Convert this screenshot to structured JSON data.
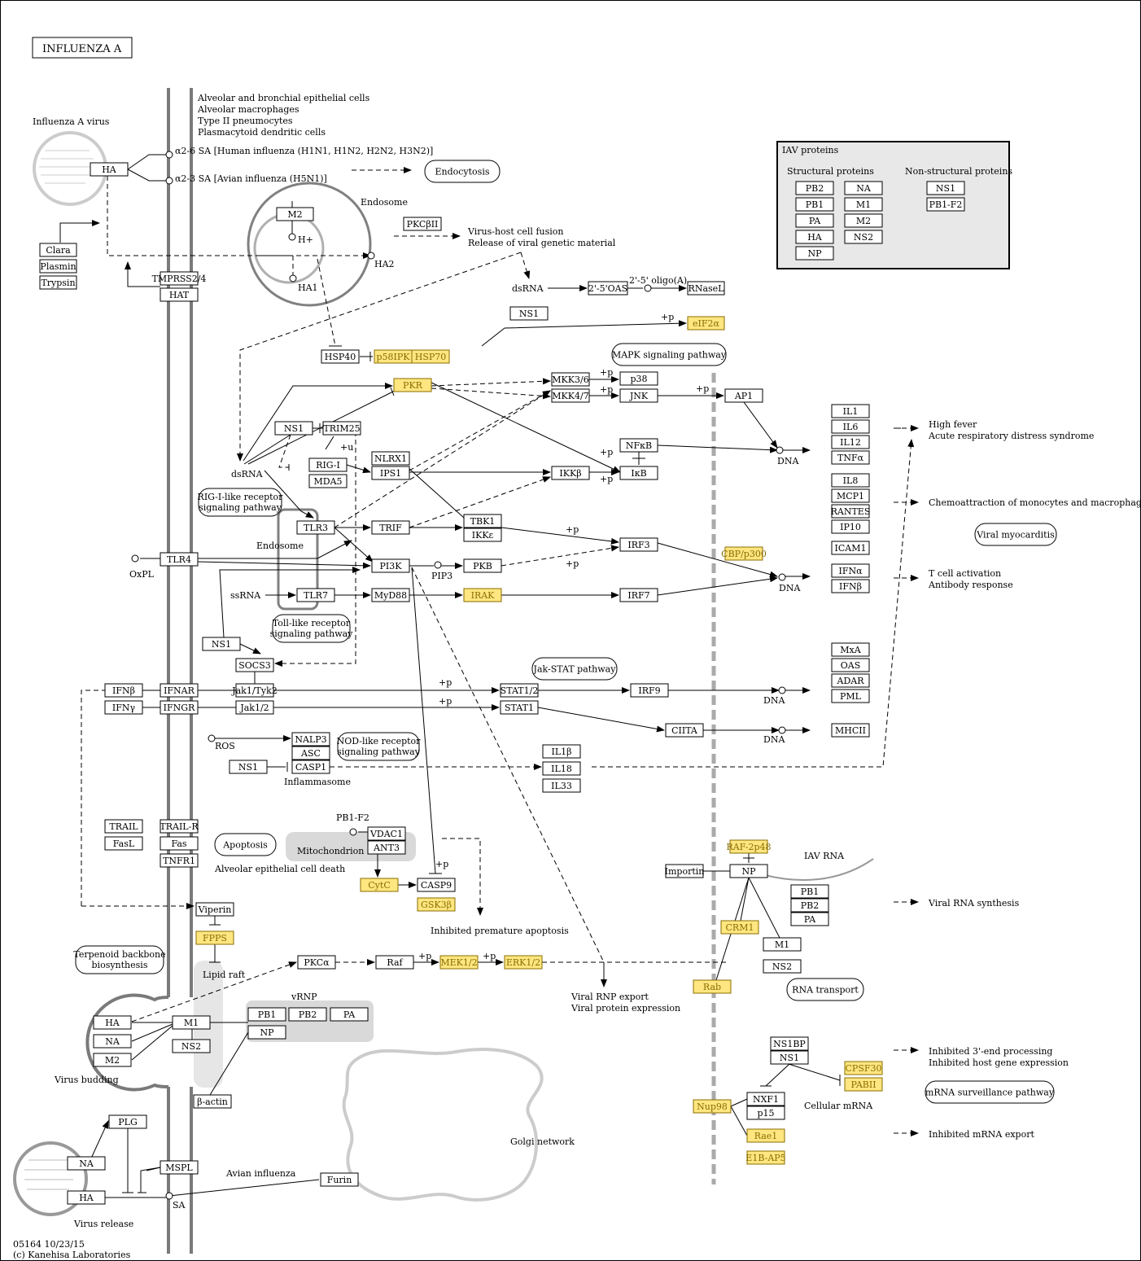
{
  "title": "INFLUENZA A",
  "footer": {
    "code": "05164 10/23/15",
    "copyright": "(c) Kanehisa Laboratories"
  },
  "colors": {
    "highlight_fill": "#ffe680",
    "highlight_text": "#8a6d00",
    "membrane": "#7a7a7a",
    "background_region": "#d9d9d9"
  },
  "cell_types": [
    "Alveolar and bronchial epithelial cells",
    "Alveolar macrophages",
    "Type II pneumocytes",
    "Plasmacytoid dendritic cells"
  ],
  "labels": {
    "influenza_virus": "Influenza A virus",
    "sa26": "α2-6 SA  [Human influenza (H1N1, H1N2, H2N2, H3N2)]",
    "sa23": "α2-3 SA  [Avian influenza (H5N1)]",
    "endocytosis": "Endocytosis",
    "endosome": "Endosome",
    "endosome2": "Endosome",
    "hplus": "H+",
    "ha1": "HA1",
    "ha2": "HA2",
    "fusion1": "Virus-host cell fusion",
    "fusion2": "Release of viral genetic material",
    "dsrna_top": "dsRNA",
    "oligo": "2'-5' oligo(A)",
    "mapk": "MAPK signaling pathway",
    "dsrna": "dsRNA",
    "rig_like": "RIG-I-like receptor",
    "rig_like2": "signaling pathway",
    "oxpl": "OxPL",
    "ssrna": "ssRNA",
    "pip3": "PIP3",
    "toll1": "Toll-like receptor",
    "toll2": "signaling pathway",
    "jakstat": "Jak-STAT pathway",
    "dna": "DNA",
    "ros": "ROS",
    "nod1": "NOD-like receptor",
    "nod2": "signaling pathway",
    "inflammasome": "Inflammasome",
    "apoptosis": "Apoptosis",
    "mitochondrion": "Mitochondrion",
    "pb1f2": "PB1-F2",
    "alveolar_death": "Alveolar epithelial cell death",
    "inhibited_apoptosis": "Inhibited premature apoptosis",
    "terpenoid1": "Terpenoid backbone",
    "terpenoid2": "biosynthesis",
    "lipid_raft": "Lipid raft",
    "vrnp": "vRNP",
    "virus_budding": "Virus budding",
    "virus_release": "Virus release",
    "avian": "Avian influenza",
    "golgi": "Golgi network",
    "sa": "SA",
    "viral_rnp1": "Viral RNP export",
    "viral_rnp2": "Viral protein expression",
    "iav_rna": "IAV RNA",
    "rna_transport": "RNA transport",
    "cellular_mrna": "Cellular mRNA",
    "mrna_surv": "mRNA surveillance pathway",
    "viral_myo": "Viral myocarditis",
    "plus_p": "+p",
    "plus_u": "+u"
  },
  "outcomes": {
    "fever1": "High fever",
    "fever2": "Acute respiratory distress syndrome",
    "chemo": "Chemoattraction of monocytes and macrophages",
    "tcell1": "T cell activation",
    "tcell2": "Antibody response",
    "viral_rna": "Viral RNA synthesis",
    "inh3_1": "Inhibited 3'-end processing",
    "inh3_2": "Inhibited host gene expression",
    "inh_export": "Inhibited mRNA export"
  },
  "legend": {
    "title": "IAV proteins",
    "structural_title": "Structural proteins",
    "nonstructural_title": "Non-structural proteins",
    "structural_col1": [
      "PB2",
      "PB1",
      "PA",
      "HA",
      "NP"
    ],
    "structural_col2": [
      "NA",
      "M1",
      "M2",
      "NS2"
    ],
    "nonstructural": [
      "NS1",
      "PB1-F2"
    ]
  },
  "nodes": {
    "ha_top": "HA",
    "clara": "Clara",
    "plasmin": "Plasmin",
    "trypsin": "Trypsin",
    "tmprss2": "TMPRSS2/4",
    "hat": "HAT",
    "m2": "M2",
    "pkcbii": "PKCβII",
    "oas": "2'-5'OAS",
    "rnasel": "RNaseL",
    "ns1_top": "NS1",
    "eif2a": "eIF2α",
    "hsp40": "HSP40",
    "p58ipk": "p58IPK",
    "hsp70": "HSP70",
    "pkr": "PKR",
    "mkk36": "MKK3/6",
    "mkk47": "MKK4/7",
    "p38": "p38",
    "jnk": "JNK",
    "ap1": "AP1",
    "ns1_mid": "NS1",
    "trim25": "TRIM25",
    "rigi": "RIG-I",
    "mda5": "MDA5",
    "nlrx1": "NLRX1",
    "ips1": "IPS1",
    "ikkb": "IKKβ",
    "nfkb": "NFκB",
    "ikb": "IκB",
    "tlr3": "TLR3",
    "trif": "TRIF",
    "tbk1": "TBK1",
    "ikke": "IKKε",
    "irf3": "IRF3",
    "tlr4": "TLR4",
    "pi3k": "PI3K",
    "pkb": "PKB",
    "cbp": "CBP/p300",
    "tlr7": "TLR7",
    "myd88": "MyD88",
    "irak": "IRAK",
    "irf7": "IRF7",
    "ns1_low": "NS1",
    "socs3": "SOCS3",
    "il1": "IL1",
    "il6": "IL6",
    "il12": "IL12",
    "tnfa": "TNFα",
    "il8": "IL8",
    "mcp1": "MCP1",
    "rantes": "RANTES",
    "ip10": "IP10",
    "icam1": "ICAM1",
    "ifna": "IFNα",
    "ifnb_out": "IFNβ",
    "ifnb": "IFNβ",
    "ifnar": "IFNAR",
    "jak1tyk2": "Jak1/Tyk2",
    "stat12": "STAT1/2",
    "irf9": "IRF9",
    "ifng": "IFNγ",
    "ifngr": "IFNGR",
    "jak12": "Jak1/2",
    "stat1": "STAT1",
    "ciita": "CIITA",
    "mxa": "MxA",
    "oas_out": "OAS",
    "adar": "ADAR",
    "pml": "PML",
    "mhcii": "MHCII",
    "nalp3": "NALP3",
    "asc": "ASC",
    "casp1": "CASP1",
    "ns1_inf": "NS1",
    "il1b": "IL1β",
    "il18": "IL18",
    "il33": "IL33",
    "trail": "TRAIL",
    "trailr": "TRAIL-R",
    "fasl": "FasL",
    "fas": "Fas",
    "tnfr1": "TNFR1",
    "vdac1": "VDAC1",
    "ant3": "ANT3",
    "cytc": "CytC",
    "casp9": "CASP9",
    "gsk3b": "GSK3β",
    "viperin": "Viperin",
    "fpps": "FPPS",
    "pkca": "PKCα",
    "raf": "Raf",
    "mek": "MEK1/2",
    "erk": "ERK1/2",
    "ha_bud": "HA",
    "na_bud": "NA",
    "m2_bud": "M2",
    "m1_bud": "M1",
    "ns2_bud": "NS2",
    "pb1_v": "PB1",
    "pb2_v": "PB2",
    "pa_v": "PA",
    "np_v": "NP",
    "bactin": "β-actin",
    "plg": "PLG",
    "na_rel": "NA",
    "ha_rel": "HA",
    "mspl": "MSPL",
    "furin": "Furin",
    "raf2p48": "RAF-2p48",
    "importin": "Importin",
    "np_nuc": "NP",
    "crm1": "CRM1",
    "pb1_n": "PB1",
    "pb2_n": "PB2",
    "pa_n": "PA",
    "m1_n": "M1",
    "ns2_n": "NS2",
    "rab": "Rab",
    "ns1bp": "NS1BP",
    "ns1_n": "NS1",
    "cpsf30": "CPSF30",
    "pabii": "PABII",
    "nxf1": "NXF1",
    "p15": "p15",
    "nup98": "Nup98",
    "rae1": "Rae1",
    "e1bap5": "E1B-AP5"
  }
}
